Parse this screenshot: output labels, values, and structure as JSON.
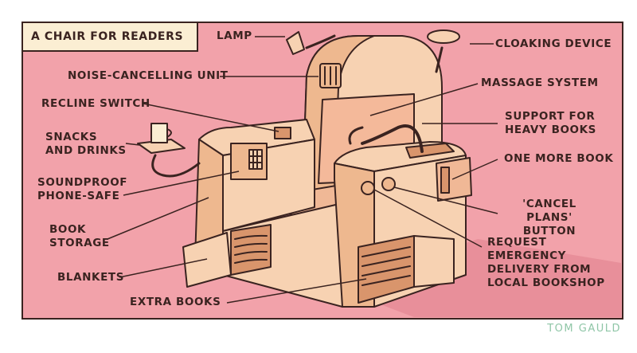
{
  "title": "A CHAIR FOR READERS",
  "labels": {
    "lamp": "LAMP",
    "cloaking_device": "CLOAKING DEVICE",
    "noise_cancelling": "NOISE-CANCELLING UNIT",
    "massage_system": "MASSAGE SYSTEM",
    "recline_switch": "RECLINE SWITCH",
    "heavy_books": "SUPPORT FOR\nHEAVY BOOKS",
    "snacks": "SNACKS\nAND DRINKS",
    "one_more_book": "ONE MORE BOOK",
    "phone_safe": "SOUNDPROOF\nPHONE-SAFE",
    "cancel_plans": "'CANCEL PLANS'\nBUTTON",
    "book_storage": "BOOK\nSTORAGE",
    "emergency_delivery": "REQUEST\nEMERGENCY\nDELIVERY FROM\nLOCAL BOOKSHOP",
    "blankets": "BLANKETS",
    "extra_books": "EXTRA BOOKS"
  },
  "credit": "TOM GAULD",
  "colors": {
    "background": "#f2a2aa",
    "title_box": "#fbeed3",
    "ink": "#3a2320",
    "chair_light": "#f7d2b2",
    "chair_mid": "#eeb88f",
    "chair_shade": "#d9956c",
    "credit": "#8fc6a7"
  }
}
